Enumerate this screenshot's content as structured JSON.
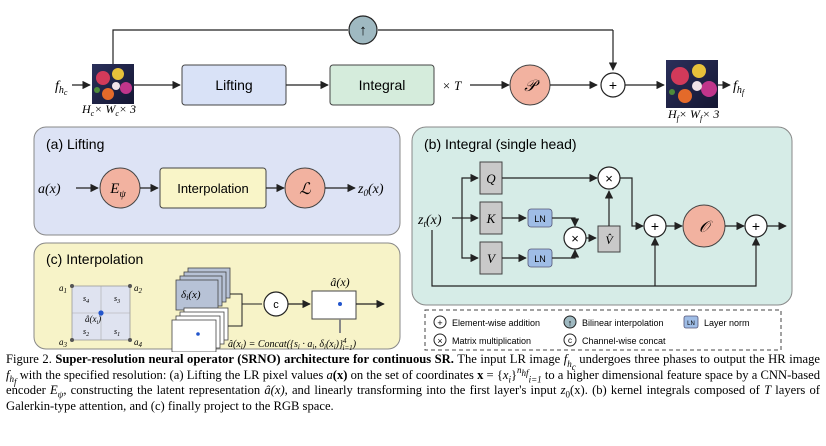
{
  "figure": {
    "top": {
      "input_label": "f",
      "input_sub": "h",
      "input_subsub": "c",
      "input_dims": "H",
      "input_dims_c": "c",
      "input_dims_times1": "× W",
      "input_dims_c2": "c",
      "input_dims_times2": "× 3",
      "lifting_label": "Lifting",
      "integral_label": "Integral",
      "repeat_label": "× T",
      "projection_symbol": "𝒫",
      "upsample_symbol": "↑",
      "add_symbol": "+",
      "output_label": "f",
      "output_sub": "h",
      "output_subsub": "f",
      "output_dims": "H",
      "output_dims_f": "f",
      "output_dims_times1": "× W",
      "output_dims_f2": "f",
      "output_dims_times2": "× 3"
    },
    "lifting_panel": {
      "title": "(a) Lifting",
      "input": "a(x)",
      "encoder": "E",
      "encoder_sub": "ψ",
      "interp_label": "Interpolation",
      "linear": "ℒ",
      "output": "z",
      "output_sub": "0",
      "output_arg": "(x)"
    },
    "interp_panel": {
      "title": "(c) Interpolation",
      "corners": [
        "a",
        "a",
        "a",
        "a"
      ],
      "corner_subs": [
        "1",
        "2",
        "3",
        "4"
      ],
      "areas": [
        "s",
        "s",
        "s",
        "s"
      ],
      "area_subs": [
        "4",
        "3",
        "2",
        "1"
      ],
      "query": "â(x",
      "query_sub": "i",
      "query_close": ")",
      "stack_label": "δ",
      "stack_sub": "i",
      "stack_arg": "(x)",
      "concat_symbol": "c",
      "result_label": "â(x)",
      "formula": "â(x",
      "formula_sub": "i",
      "formula_rest": ") = Concat({s",
      "formula_sub2": "i",
      "formula_rest2": " · a",
      "formula_sub3": "i",
      "formula_rest3": ", δ",
      "formula_sub4": "i",
      "formula_rest4": "(x",
      "formula_sub5": "i",
      "formula_rest5": ")}",
      "formula_sup": "4",
      "formula_sub6": "i=1",
      "formula_end": ")"
    },
    "integral_panel": {
      "title": "(b) Integral (single head)",
      "input": "z",
      "input_sub": "t",
      "input_arg": "(x)",
      "q": "Q",
      "k": "K",
      "v": "V",
      "ln": "LN",
      "mul": "×",
      "vhat": "V̂",
      "add": "+",
      "out_op": "𝒪"
    },
    "legend": {
      "items": [
        {
          "symbol": "+",
          "label": "Element-wise addition"
        },
        {
          "symbol": "↑",
          "label": "Bilinear interpolation"
        },
        {
          "symbol": "LN",
          "label": "Layer norm"
        },
        {
          "symbol": "×",
          "label": "Matrix multiplication"
        },
        {
          "symbol": "c",
          "label": "Channel-wise concat"
        }
      ]
    },
    "colors": {
      "lifting_bg": "#dde3f5",
      "interp_bg": "#f7f3c8",
      "integral_bg": "#d6ece7",
      "encoder_fill": "#f2b2a0",
      "interp_box": "#f9f5c8",
      "lifting_box": "#d9e2f7",
      "integral_box": "#d5ecdc",
      "qkv_fill": "#c9c9c9",
      "ln_fill": "#9fbde6",
      "upsample_fill": "#9fb9c1"
    }
  },
  "caption": {
    "fig_label": "Figure 2.",
    "bold_title": "Super-resolution neural operator (SRNO) architecture for continuous SR.",
    "p1": " The input LR image ",
    "p1_f": "f",
    "p1_sub": "h",
    "p1_subsub": "c",
    "p2": " undergoes three phases to output the HR image ",
    "p2_f": "f",
    "p2_sub": "h",
    "p2_subsub": "f",
    "p3": " with the specified resolution: (a) Lifting the LR pixel values ",
    "p3_a": "a",
    "p3_x": "(x)",
    "p4": " on the set of coordinates ",
    "p4_x": "x",
    "p4_eq": " = {",
    "p4_xi": "x",
    "p4_i": "i",
    "p4_close": "}",
    "p4_sup": "n",
    "p4_supsub": "h",
    "p4_supsubsub": "f",
    "p4_sub": "i=1",
    "p5": " to a higher dimensional feature space by a CNN-based encoder ",
    "p5_e": "E",
    "p5_psi": "ψ",
    "p6": ", constructing the latent representation ",
    "p6_a": "â(x)",
    "p7": ", and linearly transforming into the first layer's input ",
    "p7_z": "z",
    "p7_0": "0",
    "p7_x": "(x)",
    "p8": ". (b) kernel integrals composed of ",
    "p8_t": "T",
    "p9": " layers of Galerkin-type attention, and (c) finally project to the RGB space."
  }
}
